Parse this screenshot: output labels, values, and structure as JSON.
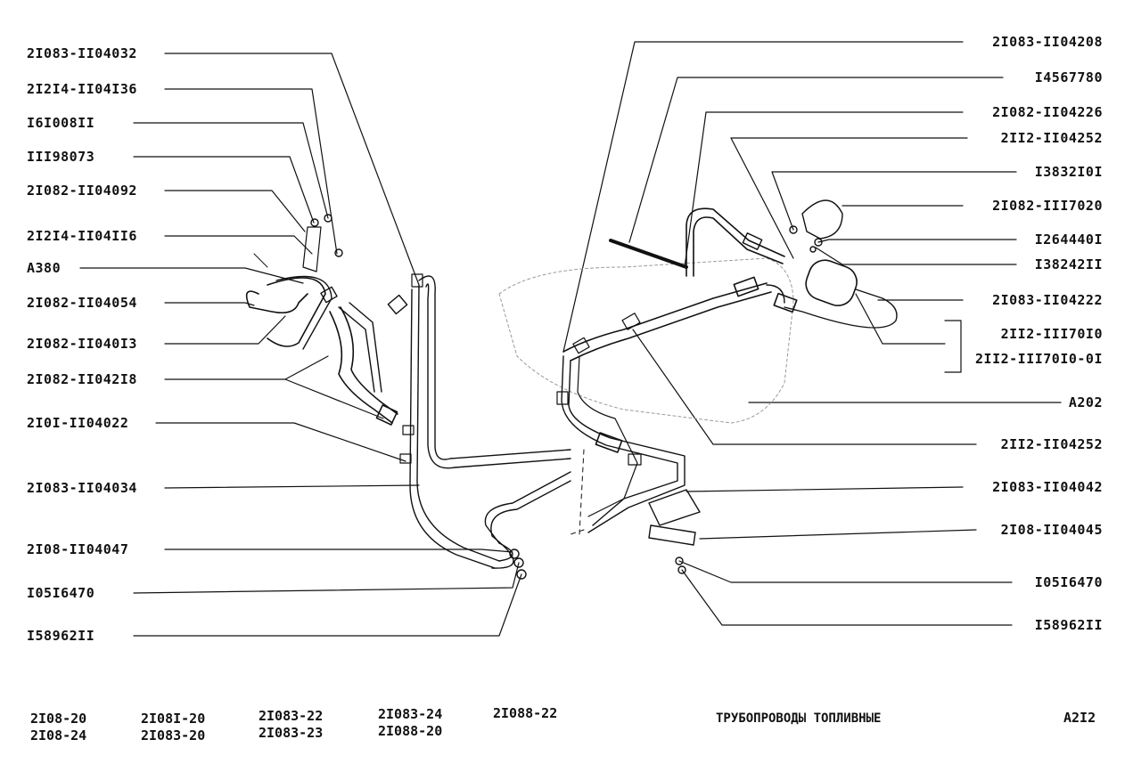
{
  "left_labels": [
    "2I083-II04032",
    "2I2I4-II04I36",
    "I6I008II",
    "III98073",
    "2I082-II04092",
    "2I2I4-II04II6",
    "А380",
    "2I082-II04054",
    "2I082-II040I3",
    "2I082-II042I8",
    "2I0I-II04022",
    "2I083-II04034",
    "2I08-II04047",
    "I05I6470",
    "I58962II"
  ],
  "right_labels": [
    "2I083-II04208",
    "I4567780",
    "2I082-II04226",
    "2II2-II04252",
    "I3832I0I",
    "2I082-III7020",
    "I264440I",
    "I38242II",
    "2I083-II04222",
    "2II2-III70I0",
    "2II2-III70I0-0I",
    "А202",
    "2II2-II04252",
    "2I083-II04042",
    "2I08-II04045",
    "I05I6470",
    "I58962II"
  ],
  "models": [
    [
      "2I08-20",
      "2I08-24"
    ],
    [
      "2I08I-20",
      "2I083-20"
    ],
    [
      "2I083-22",
      "2I083-23"
    ],
    [
      "2I083-24",
      "2I088-20"
    ],
    [
      "2I088-22",
      ""
    ]
  ],
  "title": "ТРУБОПРОВОДЫ ТОПЛИВНЫЕ",
  "sheet_code": "А2I2"
}
